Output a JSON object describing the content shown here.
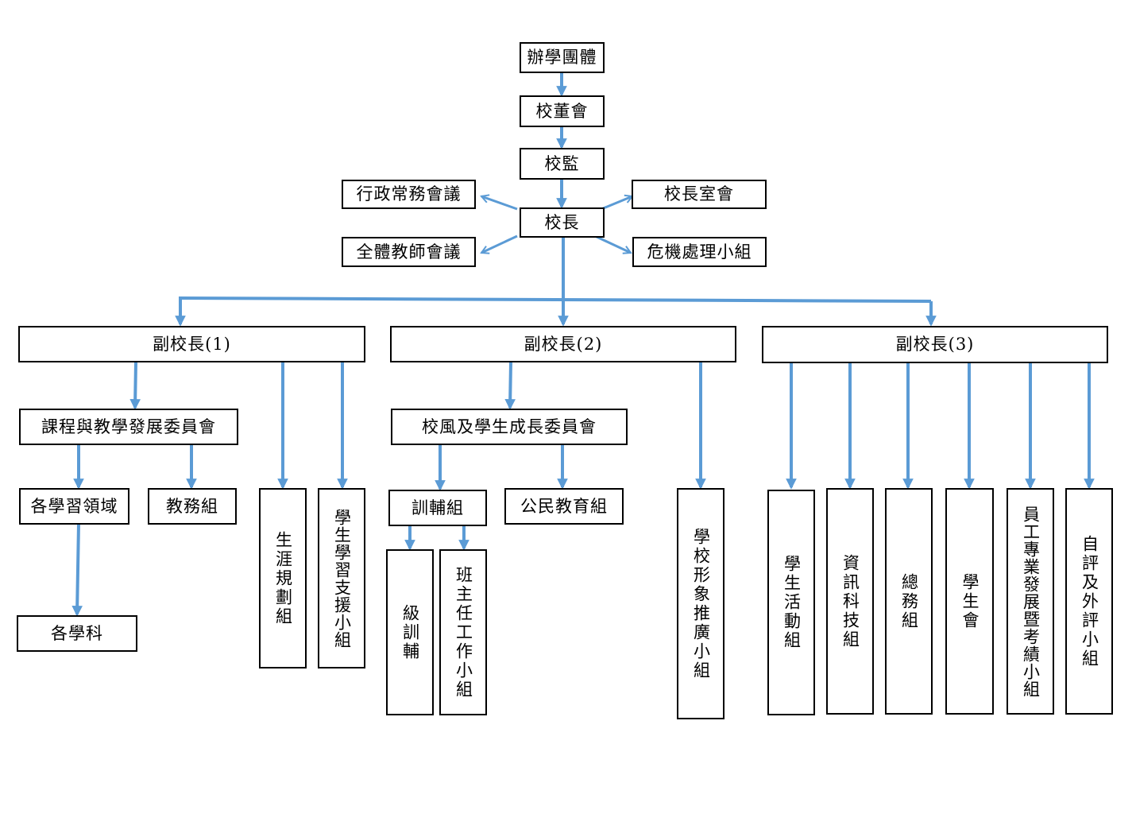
{
  "top": {
    "sponsor": "辦學團體",
    "board": "校董會",
    "supervisor": "校監",
    "principal": "校長"
  },
  "principal_side": {
    "admin_meeting": "行政常務會議",
    "staff_meeting": "全體教師會議",
    "office_meeting": "校長室會",
    "crisis_team": "危機處理小組"
  },
  "vp1": {
    "label": "副校長(1)",
    "curriculum_committee": "課程與教學發展委員會",
    "learning_areas": "各學習領域",
    "academic_affairs": "教務組",
    "subjects": "各學科",
    "career_planning": "生涯規劃組",
    "learning_support": "學生學習支援小組"
  },
  "vp2": {
    "label": "副校長(2)",
    "student_committee": "校風及學生成長委員會",
    "guidance": "訓輔組",
    "civic_education": "公民教育組",
    "class_guidance": "級訓輔",
    "class_teacher_group": "班主任工作小組",
    "school_image": "學校形象推廣小組"
  },
  "vp3": {
    "label": "副校長(3)",
    "student_activities": "學生活動組",
    "it_group": "資訊科技組",
    "general_affairs": "總務組",
    "student_union": "學生會",
    "staff_development": "員工專業發展暨考績小組",
    "evaluation": "自評及外評小組"
  },
  "colors": {
    "connector": "#5b9bd5",
    "border": "#000000"
  }
}
